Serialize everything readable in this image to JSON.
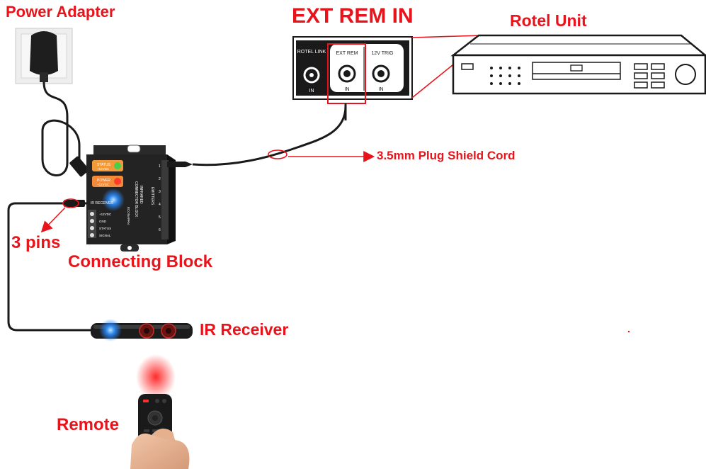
{
  "labels": {
    "power_adapter": "Power Adapter",
    "ext_rem_in": "EXT REM IN",
    "rotel_unit": "Rotel Unit",
    "plug_cord": "3.5mm Plug Shield Cord",
    "three_pins": "3 pins",
    "connecting_block": "Connecting Block",
    "ir_receiver": "IR Receiver",
    "remote": "Remote"
  },
  "panel": {
    "rotel_link": "ROTEL LINK",
    "ext_rem": "EXT REM",
    "trig": "12V TRIG",
    "in": "IN"
  },
  "block": {
    "status": "STATUS",
    "status_v": "+12VDC",
    "power": "POWER",
    "power_v": "+12VDC",
    "ir_receiver": "IR RECEIVER",
    "pin1": "+12VDC",
    "pin2": "GND",
    "pin3": "STATUS",
    "pin4": "SIGNAL",
    "emitters": "EMITTERS",
    "title1": "INFRARED",
    "title2": "CONNECTOR BLOCK",
    "brand": "ECONAPAN",
    "e1": "1",
    "e2": "2",
    "e3": "3",
    "e4": "4",
    "e5": "5",
    "e6": "6"
  },
  "colors": {
    "accent": "#e8141b",
    "device": "#1c1c1c"
  }
}
